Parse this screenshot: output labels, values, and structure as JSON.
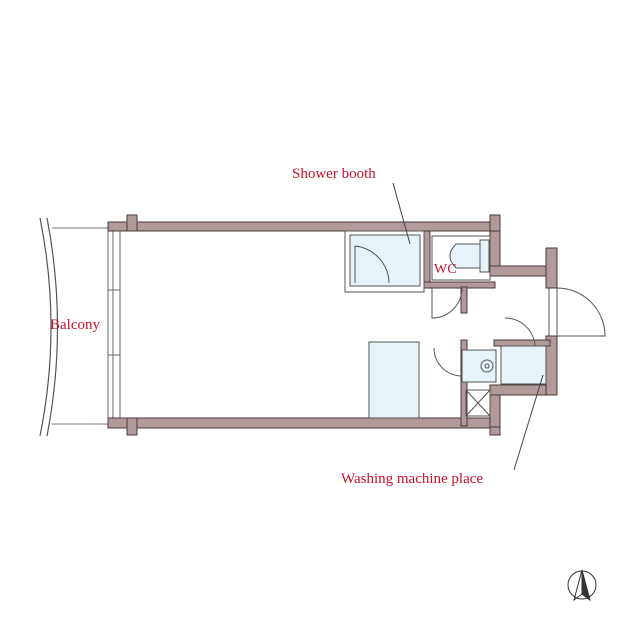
{
  "labels": {
    "shower": "Shower booth",
    "wc": "WC",
    "balcony": "Balcony",
    "washing": "Washing machine place"
  },
  "colors": {
    "wall": "#b09a9a",
    "wall_stroke": "#4a3a3a",
    "label": "#c8102e",
    "fixture_fill": "#e6f4fa",
    "line": "#555555"
  },
  "north_icon": "north-arrow-icon"
}
